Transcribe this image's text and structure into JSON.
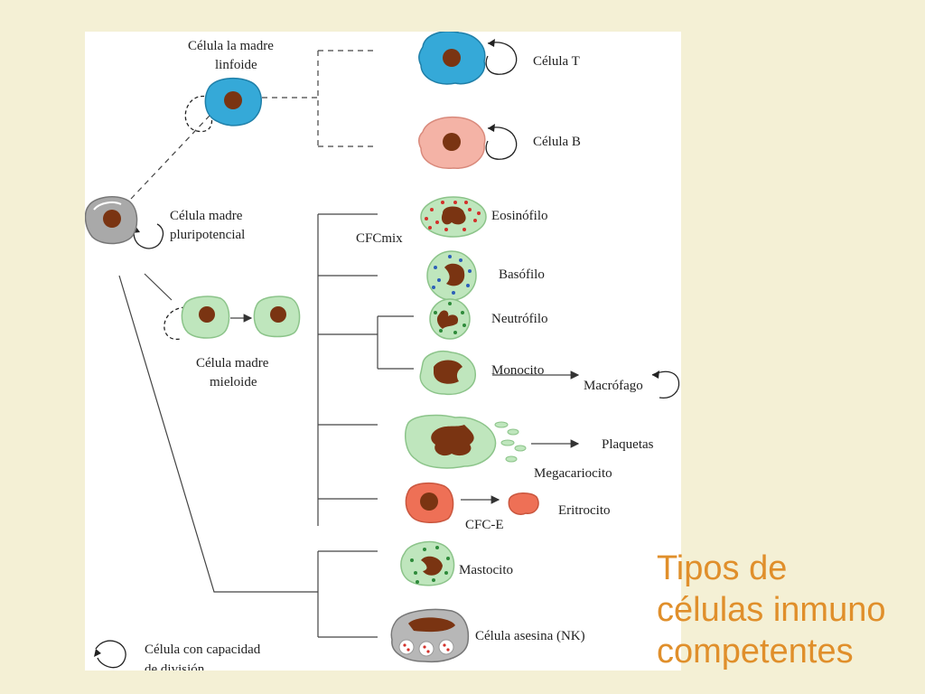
{
  "slide": {
    "title_lines": [
      "Tipos de",
      "células inmuno",
      "competentes"
    ],
    "title_color": "#e08f2b",
    "background": "#f4f0d5"
  },
  "diagram": {
    "labels": {
      "lymphoid_stem_1": "Célula la madre",
      "lymphoid_stem_2": "linfoide",
      "t_cell": "Célula T",
      "b_cell": "Célula B",
      "pluripotent_1": "Célula madre",
      "pluripotent_2": "pluripotencial",
      "cfcmix": "CFCmix",
      "eosinophil": "Eosinófilo",
      "basophil": "Basófilo",
      "neutrophil": "Neutrófilo",
      "monocyte": "Monocito",
      "macrophage": "Macrófago",
      "myeloid_1": "Célula madre",
      "myeloid_2": "mieloide",
      "platelets": "Plaquetas",
      "megakaryocyte": "Megacariocito",
      "erythrocyte": "Eritrocito",
      "cfce": "CFC-E",
      "mast_cell": "Mastocito",
      "nk_cell": "Célula asesina (NK)",
      "legend_1": "Célula con capacidad",
      "legend_2": "de división"
    },
    "colors": {
      "lymphoid": "#35a9d8",
      "b_cell": "#f4b3a6",
      "pluripotent": "#a9a9a9",
      "myeloid": "#bfe6bd",
      "nucleus": "#7a3412",
      "eosinophil_granule": "#d3302a",
      "basophil_granule": "#2c5fb8",
      "neutrophil_granule": "#2e8a3a",
      "erythroid": "#ee7056",
      "nk": "#b7b7b7"
    }
  }
}
